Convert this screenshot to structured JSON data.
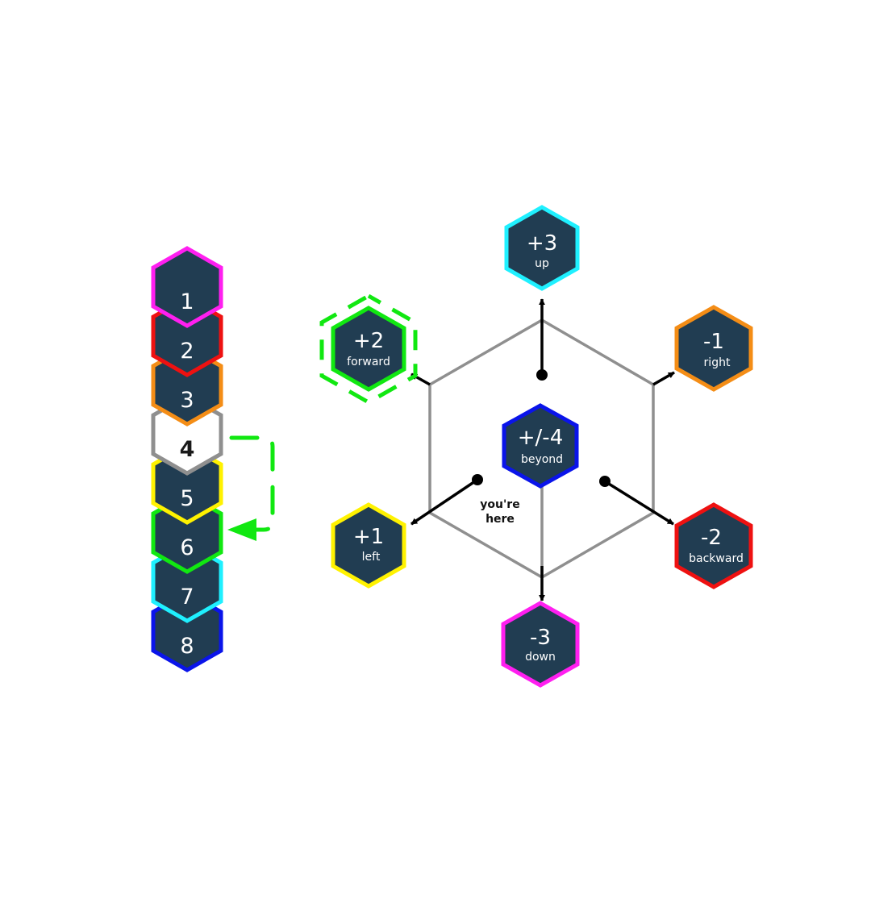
{
  "colors": {
    "hex_fill": "#213d52",
    "white": "#ffffff",
    "magenta": "#ff1ff0",
    "red": "#ee1111",
    "orange": "#f48d16",
    "gray": "#8f8f8f",
    "yellow": "#fff200",
    "green": "#11e811",
    "cyan": "#1ff0ff",
    "blue": "#0a14ea",
    "dark": "#1a1a1a"
  },
  "stack": {
    "items": [
      {
        "label": "1",
        "color": "magenta"
      },
      {
        "label": "2",
        "color": "red"
      },
      {
        "label": "3",
        "color": "orange"
      },
      {
        "label": "4",
        "color": "gray",
        "current": true
      },
      {
        "label": "5",
        "color": "yellow"
      },
      {
        "label": "6",
        "color": "green"
      },
      {
        "label": "7",
        "color": "cyan"
      },
      {
        "label": "8",
        "color": "blue"
      }
    ]
  },
  "compass": {
    "center": {
      "value": "+/-4",
      "label": "beyond",
      "color": "blue"
    },
    "up": {
      "value": "+3",
      "label": "up",
      "color": "cyan"
    },
    "forward": {
      "value": "+2",
      "label": "forward",
      "color": "green"
    },
    "right": {
      "value": "-1",
      "label": "right",
      "color": "orange"
    },
    "left": {
      "value": "+1",
      "label": "left",
      "color": "yellow"
    },
    "backward": {
      "value": "-2",
      "label": "backward",
      "color": "red"
    },
    "down": {
      "value": "-3",
      "label": "down",
      "color": "magenta"
    },
    "you_are_here_line1": "you're",
    "you_are_here_line2": "here"
  }
}
